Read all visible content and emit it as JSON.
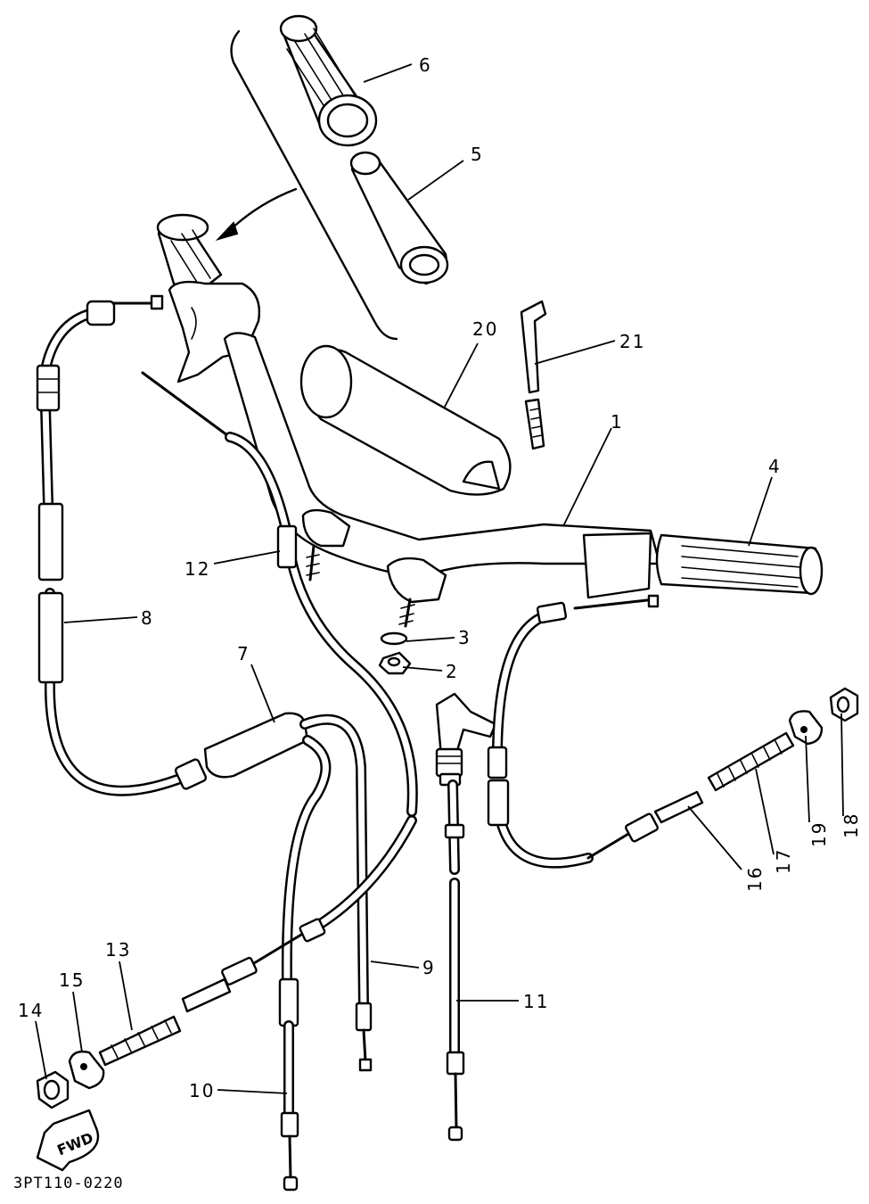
{
  "diagram_code": "3PT110-0220",
  "fwd_label": "FWD",
  "callouts": {
    "p1": "1",
    "p2": "2",
    "p3": "3",
    "p4": "4",
    "p5": "5",
    "p6": "6",
    "p7": "7",
    "p8": "8",
    "p9": "9",
    "p10": "10",
    "p11": "11",
    "p12": "12",
    "p13": "13",
    "p14": "14",
    "p15": "15",
    "p16": "16",
    "p17": "17",
    "p18": "18",
    "p19": "19",
    "p20": "20",
    "p21": "21"
  }
}
